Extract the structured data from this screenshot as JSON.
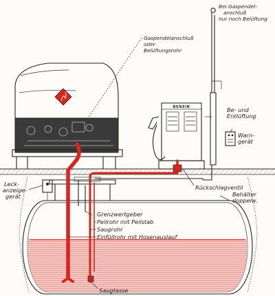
{
  "labels": {
    "gas_vent_top_1": "Bei Gaspendel-",
    "gas_vent_top_2": "anschluß",
    "gas_vent_top_3": "nur noch Belüftung",
    "gas_connection_1": "Gaspendelanschluß",
    "gas_connection_2": "oder",
    "gas_connection_3": "Belüftungsrohr",
    "vent_1": "Be- und",
    "vent_2": "Entlüftung",
    "warning_1": "Warn-",
    "warning_2": "gerät",
    "leak_1": "Leck-",
    "leak_2": "anzeige-",
    "leak_3": "gerät",
    "check_valve": "Rückschlagventil",
    "tank_1": "Behälter",
    "tank_2": "doppelw.",
    "limit_sensor": "Grenzwertgeber",
    "dipstick_pipe": "Peilrohr mit Peilstab",
    "suction_pipe": "Saugrohr",
    "fill_pipe": "Einfüllrohr mit Hosenauslauf",
    "suction_socket": "Saugtasse"
  },
  "pump_sign": "BENZIN",
  "colors": {
    "pipe_red": "#d9261c",
    "fuel_fill": "#f2b8b4",
    "ink": "#222222",
    "paper": "#fdfcf8"
  }
}
